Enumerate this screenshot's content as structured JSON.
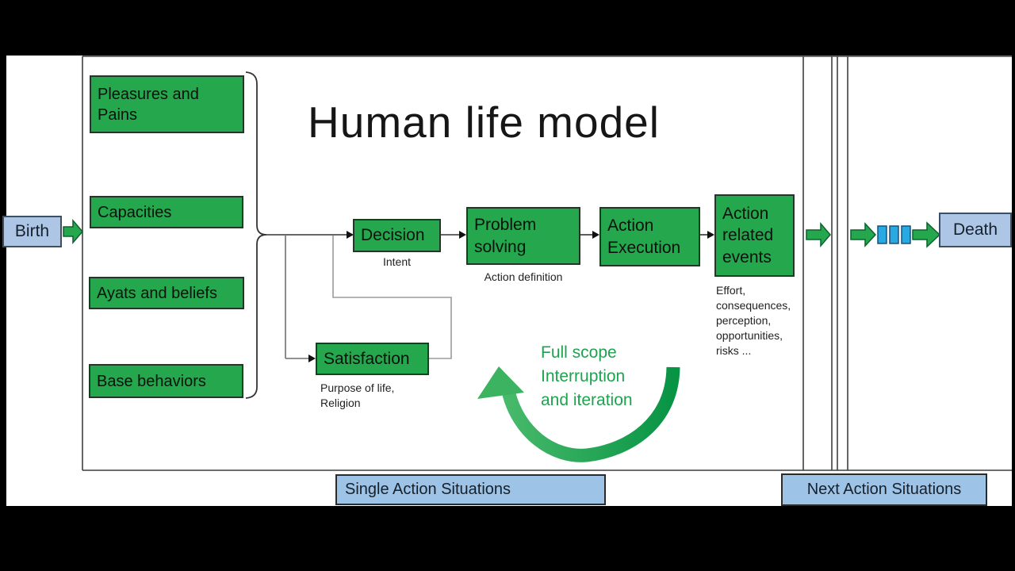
{
  "title": "Human life model",
  "left_panel": {
    "birth_label": "Birth",
    "factors": [
      {
        "label": "Pleasures and Pains"
      },
      {
        "label": "Capacities"
      },
      {
        "label": "Ayats and beliefs"
      },
      {
        "label": "Base behaviors"
      }
    ]
  },
  "flow": {
    "decision": {
      "label": "Decision",
      "caption": "Intent"
    },
    "problem_solving": {
      "label": "Problem solving",
      "caption": "Action definition"
    },
    "action_execution": {
      "label": "Action Execution"
    },
    "action_related_events": {
      "label": "Action related events",
      "caption": "Effort,\nconsequences,\nperception,\nopportunities,\nrisks ..."
    },
    "satisfaction": {
      "label": "Satisfaction",
      "caption": "Purpose of life,\nReligion"
    }
  },
  "loop": {
    "annotation": "Full scope\nInterruption\nand iteration"
  },
  "right_panel": {
    "death_label": "Death"
  },
  "footer": {
    "single_label": "Single Action Situations",
    "next_label": "Next Action Situations"
  },
  "colors": {
    "box_green": "#24a74d",
    "arrow_green": "#24a74d",
    "loop_green_light": "#47b96a",
    "loop_green_dark": "#089445",
    "annotation_green": "#1fa24f",
    "box_blue": "#aec6e6",
    "footer_blue": "#9dc3e6",
    "queue_cyan": "#29a9e1",
    "frame_black": "#000000"
  }
}
